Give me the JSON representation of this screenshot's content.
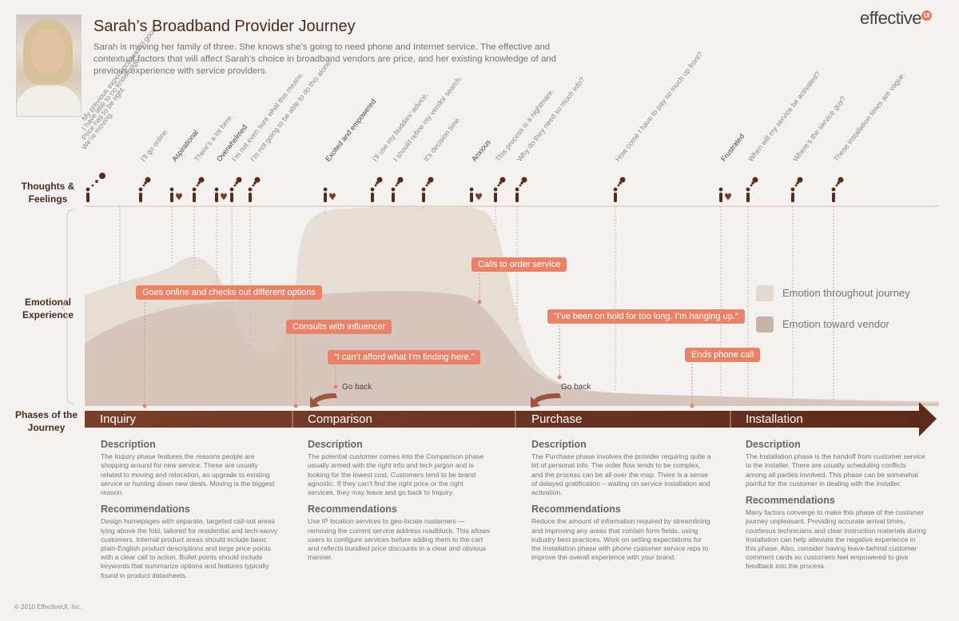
{
  "header": {
    "title": "Sarah’s Broadband Provider Journey",
    "intro": "Sarah is moving her family of three. She knows she’s going to need phone and Internet service. The effective and contextual factors that will affect Sarah’s choice in broadband vendors are price, and her existing knowledge of and previous experience with service providers.",
    "logo_text": "effective",
    "logo_badge": "UI"
  },
  "row_labels": {
    "thoughts": "Thoughts & Feelings",
    "emotion": "Emotional Experience",
    "phases": "Phases of the Journey"
  },
  "thoughts": [
    {
      "text": "We’re moving."
    },
    {
      "text": "Price has to be right."
    },
    {
      "text": "I have little to no knowledge."
    },
    {
      "text": "My previous experience wasn’t good."
    },
    {
      "text": "I’ll go online."
    },
    {
      "text": "Aspirational",
      "feeling": true
    },
    {
      "text": "There’s a lot here."
    },
    {
      "text": "Overwhelmed",
      "feeling": true
    },
    {
      "text": "I’m not even sure what this means."
    },
    {
      "text": "I’m not going to be able to do this alone."
    },
    {
      "text": "Excited and empowered",
      "feeling": true
    },
    {
      "text": "I’ll use my buddies’ advice."
    },
    {
      "text": "I should refine my vendor search."
    },
    {
      "text": "It’s decision time."
    },
    {
      "text": "Anxious",
      "feeling": true
    },
    {
      "text": "This process is a nightmare."
    },
    {
      "text": "Why do they need so much info?"
    },
    {
      "text": "How come I have to pay so much up front?"
    },
    {
      "text": "Frustrated",
      "feeling": true
    },
    {
      "text": "When will my service be activated?"
    },
    {
      "text": "Where’s the service guy?"
    },
    {
      "text": "These installation times are vague."
    }
  ],
  "callouts": [
    "Goes online and checks out different options",
    "Consults with influencer",
    "“I can’t afford what I’m finding here.”",
    "Calls to order service",
    "“I’ve been on hold for too long. I’m hanging up.”",
    "Ends phone call"
  ],
  "go_back": [
    "Go back",
    "Go back"
  ],
  "legend": [
    {
      "label": "Emotion throughout journey",
      "color": "#e3d9d1"
    },
    {
      "label": "Emotion toward vendor",
      "color": "#c9b3a8"
    }
  ],
  "colors": {
    "arrow_dark": "#5c2a1a",
    "arrow_mid": "#7a3f2b",
    "callout": "#e8836a",
    "emotion_journey": "#e6ddd5",
    "emotion_vendor": "#d3c2b8"
  },
  "phases": [
    {
      "name": "Inquiry",
      "description_heading": "Description",
      "description": "The Inquiry phase features the reasons people are shopping around for new service. These are usually related to moving and relocation, an upgrade to existing service or hunting down new deals. Moving is the biggest reason.",
      "recommendations_heading": "Recommendations",
      "recommendations": "Design homepages with separate, targeted call-out areas lying above the fold, tailored for residential and tech-savvy customers. Internal product areas should include basic plain-English product descriptions and large price points with a clear call to action. Bullet points should include keywords that summarize options and features typically found in product datasheets."
    },
    {
      "name": "Comparison",
      "description_heading": "Description",
      "description": "The potential customer comes into the Comparison phase usually armed with the right info and tech jargon and is looking for the lowest cost. Customers tend to be brand agnostic. If they can’t find the right price or the right services, they may leave and go back to Inquiry.",
      "recommendations_heading": "Recommendations",
      "recommendations": "Use IP location services to geo-locate customers — removing the current service address roadblock. This allows users to configure services before adding them to the cart and reflects bundled price discounts in a clear and obvious manner."
    },
    {
      "name": "Purchase",
      "description_heading": "Description",
      "description": "The Purchase phase involves the provider requiring quite a bit of personal info. The order flow tends to be complex, and the process can be all over the map. There is a sense of delayed gratification – waiting on service installation and activation.",
      "recommendations_heading": "Recommendations",
      "recommendations": "Reduce the amount of information required by streamlining and improving any areas that contain form fields, using industry best practices. Work on setting expectations for the Installation phase with phone customer service reps to improve the overall experience with your brand."
    },
    {
      "name": "Installation",
      "description_heading": "Description",
      "description": "The Installation phase is the handoff from customer service to the installer. There are usually scheduling conflicts among all parties involved. This phase can be somewhat painful for the customer in dealing with the installer.",
      "recommendations_heading": "Recommendations",
      "recommendations": "Many factors converge to make this phase of the customer journey unpleasant. Providing accurate arrival times, courteous technicians and clear instruction materials during Installation can help alleviate the negative experience in this phase. Also, consider having leave-behind customer comment cards so customers feel empowered to give feedback into the process."
    }
  ],
  "copyright": "© 2010 EffectiveUI, Inc."
}
